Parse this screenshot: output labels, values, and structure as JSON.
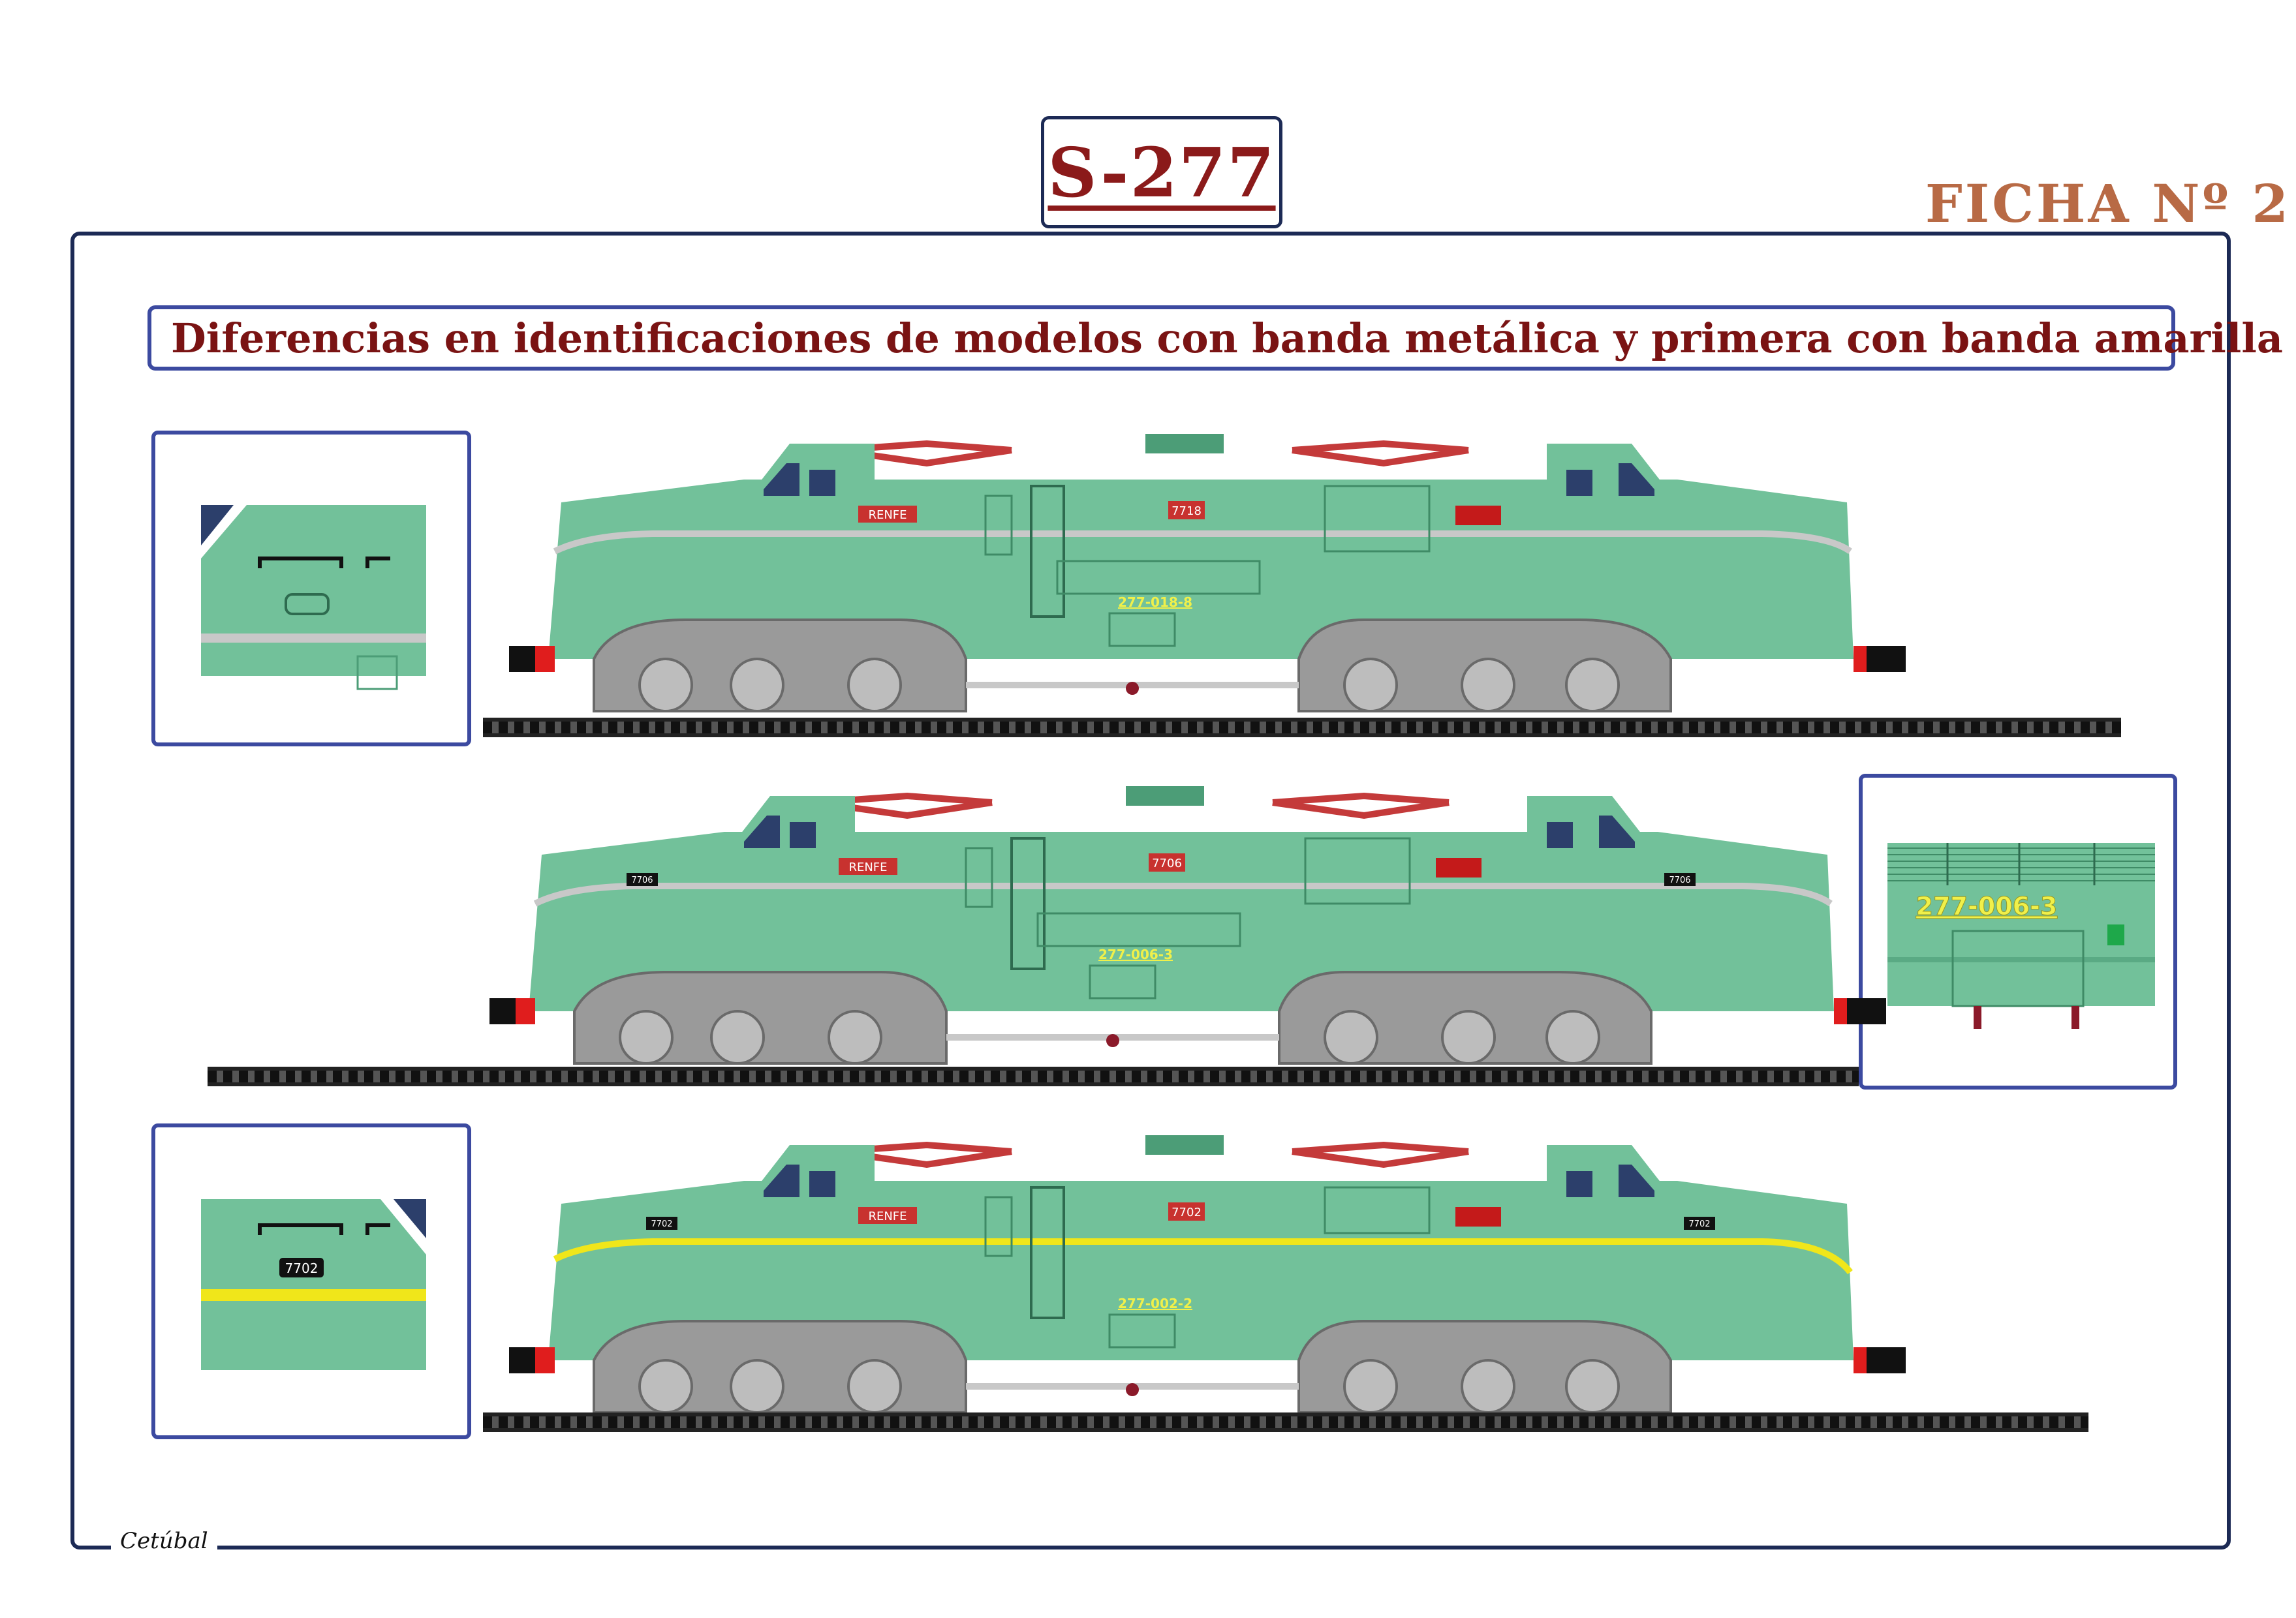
{
  "header": {
    "title": "S-277",
    "sheet_label": "FICHA Nº 2"
  },
  "subtitle": "Diferencias en identificaciones de modelos con banda metálica y primera con banda amarilla (An.)",
  "signature": "Cetúbal",
  "colors": {
    "body_green": "#72c19a",
    "dark_green": "#4c9d77",
    "stripe_metal": "#c8c8c8",
    "stripe_yellow": "#f0e61a",
    "bogie_grey": "#9a9a9a",
    "pantograph_red": "#c43a3a",
    "frame_blue": "#3c4aa0",
    "title_red": "#8b1a1a",
    "ficha_brown": "#b86a45"
  },
  "locomotives": [
    {
      "renfe_label": "RENFE",
      "side_number": "7718",
      "cab_number": "",
      "registration": "277-018-8",
      "band": "metal"
    },
    {
      "renfe_label": "RENFE",
      "side_number": "7706",
      "cab_number": "7706",
      "registration": "277-006-3",
      "band": "metal"
    },
    {
      "renfe_label": "RENFE",
      "side_number": "7702",
      "cab_number": "7702",
      "registration": "277-002-2",
      "band": "yellow"
    }
  ],
  "insets": {
    "first": {
      "label": ""
    },
    "second": {
      "label": "277-006-3"
    },
    "third": {
      "label": "7702"
    }
  }
}
